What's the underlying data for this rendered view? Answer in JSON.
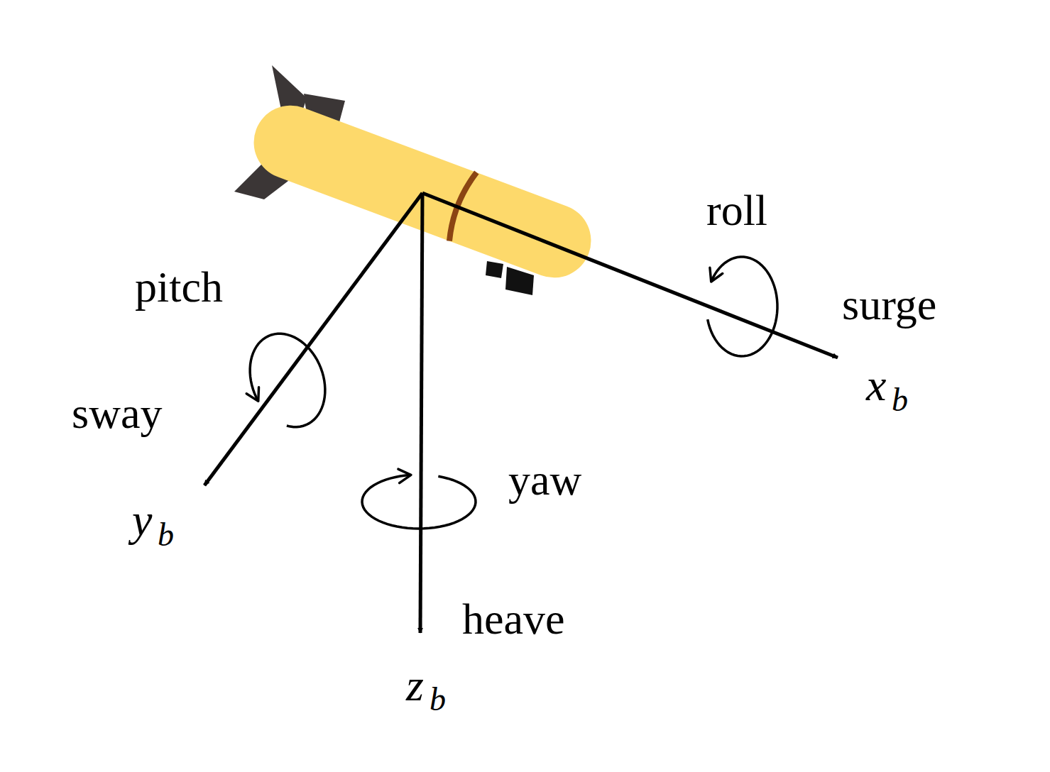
{
  "diagram": {
    "labels": [
      "roll",
      "surge",
      "x",
      "b",
      "pitch",
      "sway",
      "y",
      "b",
      "yaw",
      "heave",
      "z",
      "b"
    ]
  }
}
